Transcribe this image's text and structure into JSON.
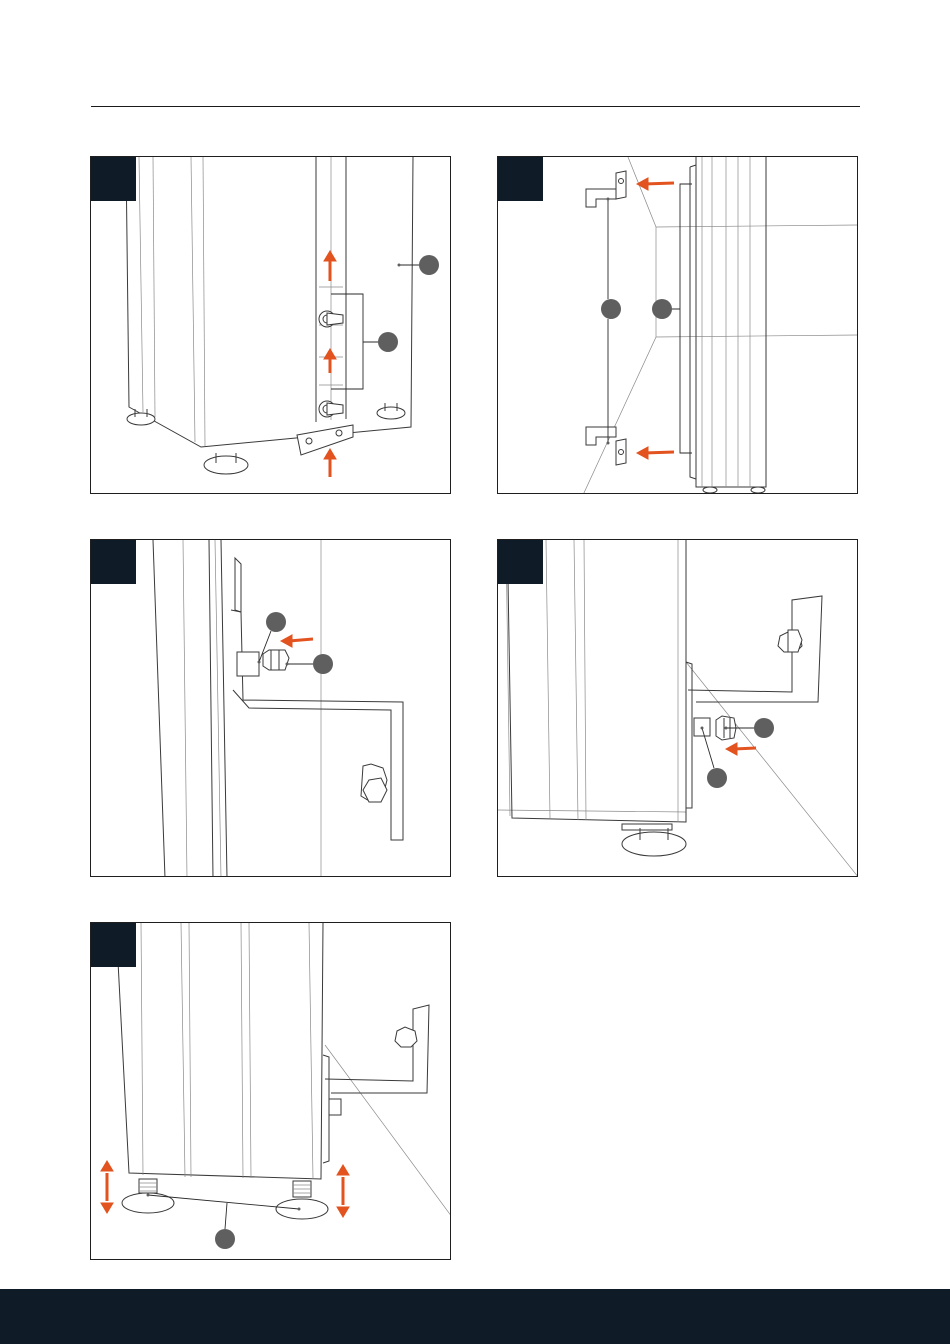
{
  "page": {
    "colors": {
      "dark": "#0f1c28",
      "accent": "#e2531f",
      "callout": "#5f5f5f",
      "line": "#3a3a3a"
    }
  },
  "panels": [
    {
      "step": "",
      "callouts": 2,
      "arrows": 3
    },
    {
      "step": "",
      "callouts": 2,
      "arrows": 2
    },
    {
      "step": "",
      "callouts": 2,
      "arrows": 1
    },
    {
      "step": "",
      "callouts": 2,
      "arrows": 1
    },
    {
      "step": "",
      "callouts": 1,
      "arrows": 2
    }
  ]
}
